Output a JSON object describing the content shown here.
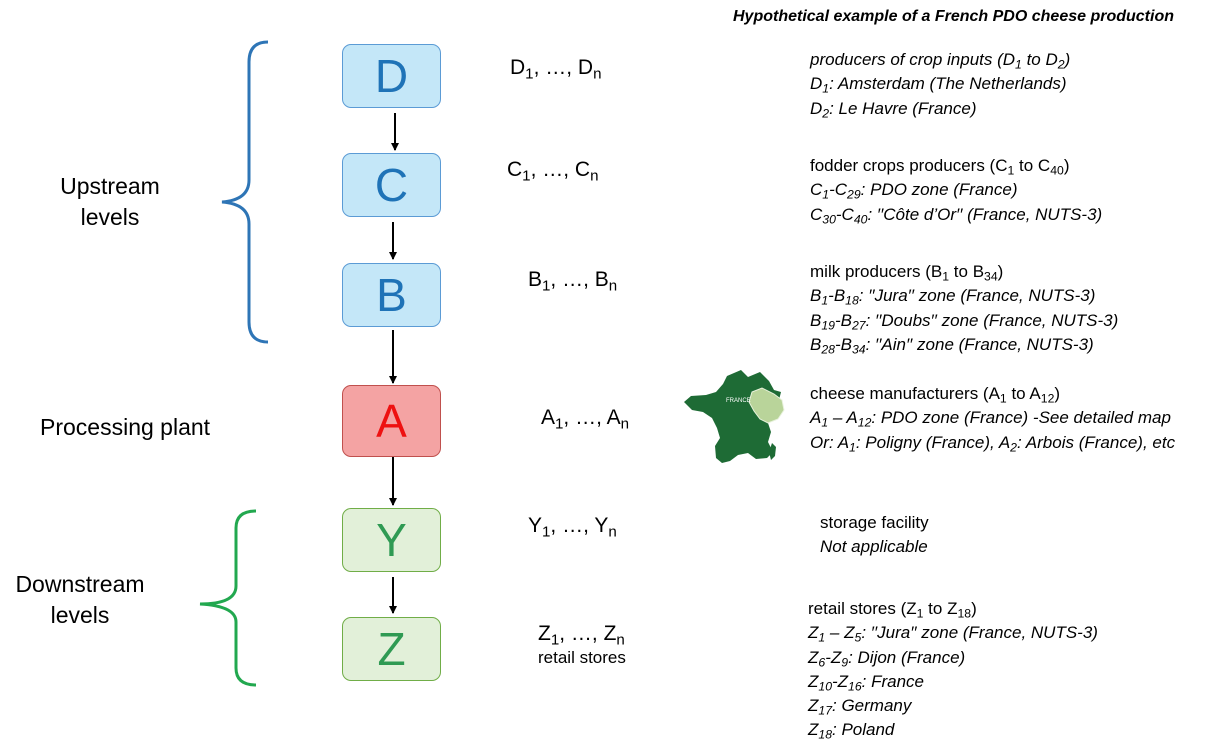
{
  "heading": "Hypothetical example of a French PDO cheese production",
  "groups": {
    "upstream": "Upstream levels",
    "processing": "Processing plant",
    "downstream": "Downstream levels"
  },
  "levels": [
    {
      "letter": "D",
      "series": [
        "D",
        "1",
        ", …, D",
        "n"
      ]
    },
    {
      "letter": "C",
      "series": [
        "C",
        "1",
        ", …, C",
        "n"
      ]
    },
    {
      "letter": "B",
      "series": [
        "B",
        "1",
        ", …, B",
        "n"
      ]
    },
    {
      "letter": "A",
      "series": [
        "A",
        "1",
        ", …, A",
        "n"
      ]
    },
    {
      "letter": "Y",
      "series": [
        "Y",
        "1",
        ", …, Y",
        "n"
      ]
    },
    {
      "letter": "Z",
      "series": [
        "Z",
        "1",
        ", …, Z",
        "n"
      ],
      "caption": "retail stores"
    }
  ],
  "map": {
    "country_label": "FRANCE",
    "colors": {
      "country": "#1e6b35",
      "zone": "#b9d49a"
    }
  },
  "descriptions": [
    [
      {
        "italic": true,
        "parts": [
          "producers of crop inputs (D",
          "1",
          " to D",
          "2",
          ")"
        ]
      },
      {
        "italic": true,
        "parts": [
          "D",
          "1",
          ": Amsterdam (The Netherlands)"
        ]
      },
      {
        "italic": true,
        "parts": [
          "D",
          "2",
          ": Le Havre (France)"
        ]
      }
    ],
    [
      {
        "italic": false,
        "parts": [
          "fodder crops producers (C",
          "1",
          " to C",
          "40",
          ")"
        ]
      },
      {
        "italic": true,
        "parts": [
          "C",
          "1",
          "-C",
          "29",
          ": PDO zone (France)"
        ]
      },
      {
        "italic": true,
        "parts": [
          "C",
          "30",
          "-C",
          "40",
          ": ′′Côte d’Or′′ (France, NUTS-3)"
        ]
      }
    ],
    [
      {
        "italic": false,
        "parts": [
          "milk producers (B",
          "1",
          " to B",
          "34",
          ")"
        ]
      },
      {
        "italic": true,
        "parts": [
          "B",
          "1",
          "-B",
          "18",
          ": ′′Jura′′ zone (France, NUTS-3)"
        ]
      },
      {
        "italic": true,
        "parts": [
          "B",
          "19",
          "-B",
          "27",
          ": ′′Doubs′′ zone (France, NUTS-3)"
        ]
      },
      {
        "italic": true,
        "parts": [
          "B",
          "28",
          "-B",
          "34",
          ": ′′Ain′′ zone (France, NUTS-3)"
        ]
      }
    ],
    [
      {
        "italic": false,
        "parts": [
          "cheese manufacturers (A",
          "1",
          " to A",
          "12",
          ")"
        ]
      },
      {
        "italic": true,
        "parts": [
          "A",
          "1",
          " – A",
          "12",
          ": PDO zone (France) -See detailed map"
        ]
      },
      {
        "italic": true,
        "parts": [
          "Or: A",
          "1",
          ": Poligny (France), A",
          "2",
          ": Arbois (France), etc"
        ]
      }
    ],
    [
      {
        "italic": false,
        "parts": [
          "storage facility"
        ]
      },
      {
        "italic": true,
        "parts": [
          "Not applicable"
        ]
      }
    ],
    [
      {
        "italic": false,
        "parts": [
          "retail stores (Z",
          "1",
          " to Z",
          "18",
          ")"
        ]
      },
      {
        "italic": true,
        "parts": [
          "Z",
          "1",
          " – Z",
          "5",
          ": ′′Jura′′ zone (France, NUTS-3)"
        ]
      },
      {
        "italic": true,
        "parts": [
          "Z",
          "6",
          "-Z",
          "9",
          ": Dijon (France)"
        ]
      },
      {
        "italic": true,
        "parts": [
          "Z",
          "10",
          "-Z",
          "16",
          ": France"
        ]
      },
      {
        "italic": true,
        "parts": [
          "Z",
          "17",
          ": Germany"
        ]
      },
      {
        "italic": true,
        "parts": [
          "Z",
          "18",
          ": Poland"
        ]
      }
    ]
  ]
}
